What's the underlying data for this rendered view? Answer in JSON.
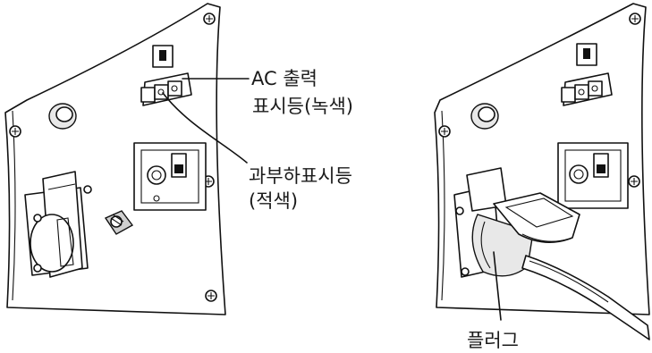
{
  "callouts": {
    "ac_output_line1": "AC 출력",
    "ac_output_line2": "표시등(녹색)",
    "overload_line1": "과부하표시등",
    "overload_line2": "(적색)",
    "plug": "플러그"
  },
  "colors": {
    "line": "#111111",
    "background": "#ffffff"
  }
}
